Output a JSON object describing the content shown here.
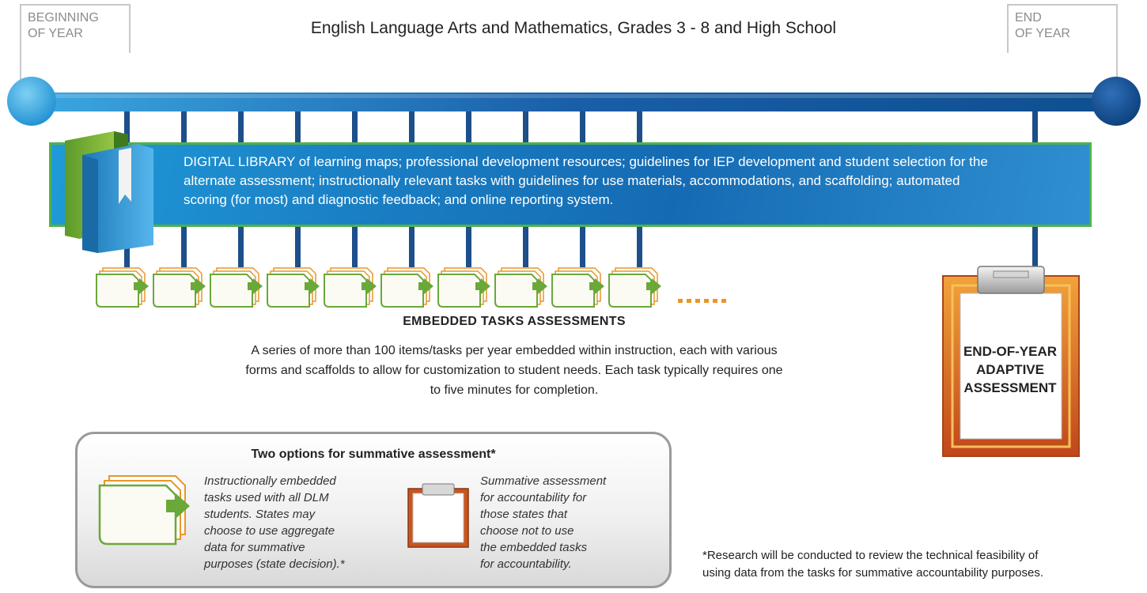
{
  "header": {
    "title": "English Language Arts and Mathematics, Grades 3 - 8 and High School",
    "start_label": [
      "BEGINNING",
      "OF YEAR"
    ],
    "end_label": [
      "END",
      "OF YEAR"
    ]
  },
  "library": {
    "lines": [
      "DIGITAL LIBRARY of learning maps; professional development resources; guidelines for IEP development and student selection for the",
      "alternate assessment; instructionally relevant tasks with guidelines for use materials, accommodations, and scaffolding; automated",
      "scoring (for most) and diagnostic feedback; and online reporting system."
    ]
  },
  "embedded": {
    "title": "EMBEDDED TASKS ASSESSMENTS",
    "lines": [
      "A series of more than 100 items/tasks per year embedded within instruction, each with various",
      "forms and scaffolds to allow for customization to student needs. Each task typically requires one",
      "to five minutes for completion."
    ],
    "task_count_shown": 10
  },
  "end_of_year": {
    "lines": [
      "END-OF-YEAR",
      "ADAPTIVE",
      "ASSESSMENT"
    ]
  },
  "options": {
    "title": "Two options for summative assessment*",
    "option1_lines": [
      "Instructionally embedded",
      "tasks used with all DLM",
      "students. States may",
      "choose to use aggregate",
      "data for summative",
      "purposes (state decision).*"
    ],
    "option2_lines": [
      "Summative assessment",
      "for accountability for",
      "those states that",
      "choose not to use",
      "the embedded tasks",
      "for accountability."
    ]
  },
  "footnote": {
    "lines": [
      "*Research will be conducted to review the technical feasibility of",
      "using data from the tasks for summative accountability purposes."
    ]
  },
  "colors": {
    "timeline_start": "#3ba7e0",
    "timeline_end": "#0e4f8f",
    "library_border": "#4fb24a",
    "task_arrow": "#6aa83a",
    "task_border_orange": "#e8962a",
    "clipboard_frame": "#c8561f"
  },
  "icons": [
    "books-icon",
    "task-folder-icon",
    "clipboard-icon"
  ]
}
